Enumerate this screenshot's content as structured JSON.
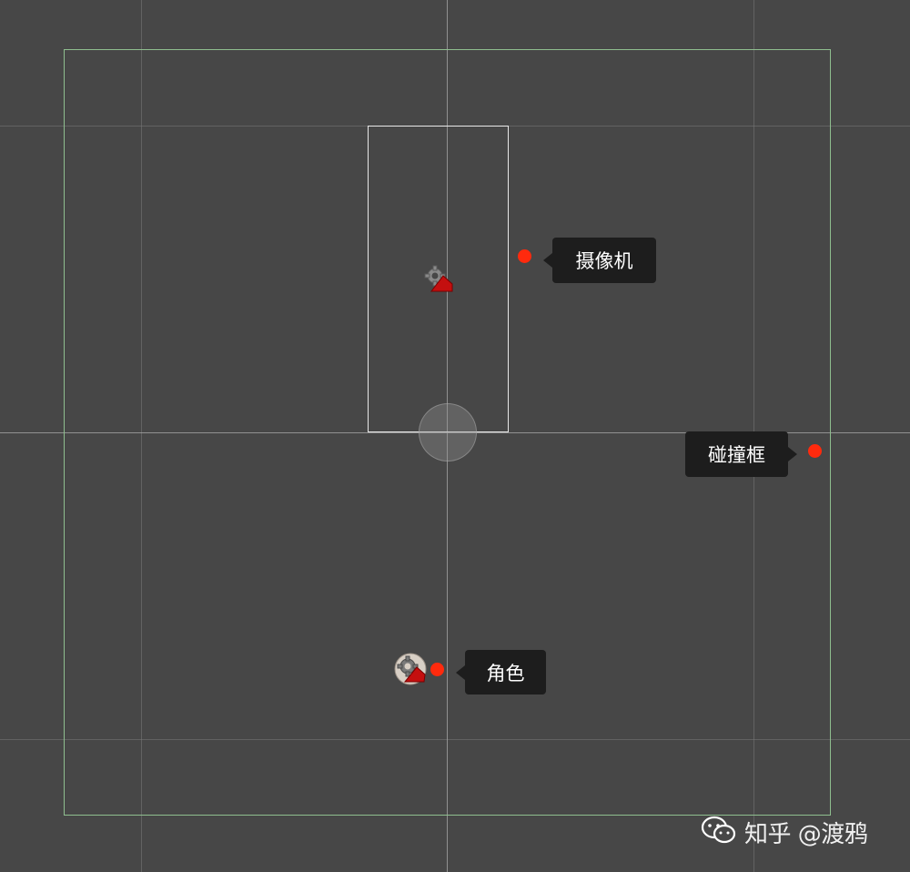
{
  "scene": {
    "background_color": "#474747",
    "grid_color": "#787878",
    "collision_box_color": "#8fbf8f",
    "camera_bounds_color": "#e8e8e8",
    "marker_color": "#ff2a0d",
    "callout_bg": "#1d1d1d"
  },
  "labels": {
    "camera": "摄像机",
    "collision_box": "碰撞框",
    "character": "角色"
  },
  "icons": {
    "camera_gizmo": "camera-gizmo-icon",
    "character_gizmo": "character-gizmo-icon",
    "watermark_logo": "wechat-icon"
  },
  "watermark": {
    "text": "知乎 @渡鸦"
  }
}
